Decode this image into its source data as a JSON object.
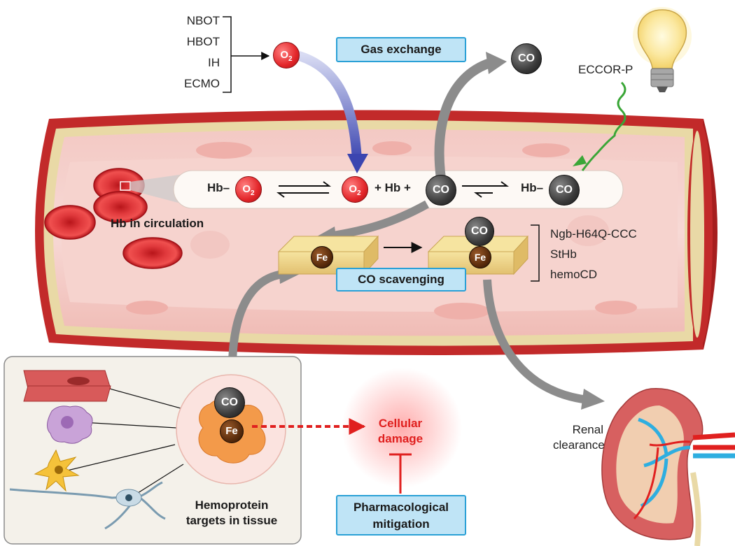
{
  "therapies": [
    "NBOT",
    "HBOT",
    "IH",
    "ECMO"
  ],
  "o2_label": "O",
  "o2_sub": "2",
  "co_label": "CO",
  "fe_label": "Fe",
  "gas_exchange": "Gas exchange",
  "eccor": "ECCOR-P",
  "equation": {
    "hb_dash_1": "Hb–",
    "plus_hb_plus": "+ Hb +",
    "hb_dash_2": "Hb–"
  },
  "hb_circulation": "Hb in circulation",
  "scavengers": [
    "Ngb-H64Q-CCC",
    "StHb",
    "hemoCD"
  ],
  "co_scavenging": "CO scavenging",
  "cellular_damage": [
    "Cellular",
    "damage"
  ],
  "pharm_mitigation": [
    "Pharmacological",
    "mitigation"
  ],
  "hemoprotein": [
    "Hemoprotein",
    "targets in tissue"
  ],
  "renal": [
    "Renal",
    "clearance"
  ],
  "colors": {
    "o2": "#e3262a",
    "co": "#3a3a3a",
    "box_fill": "#bfe4f6",
    "box_border": "#2aa0d6",
    "vessel_outer": "#c22a2a",
    "damage_red": "#e0201f",
    "arrow_grey": "#8c8c8c",
    "arrow_blue": "#3f4fb5",
    "wave_green": "#3aa637"
  }
}
